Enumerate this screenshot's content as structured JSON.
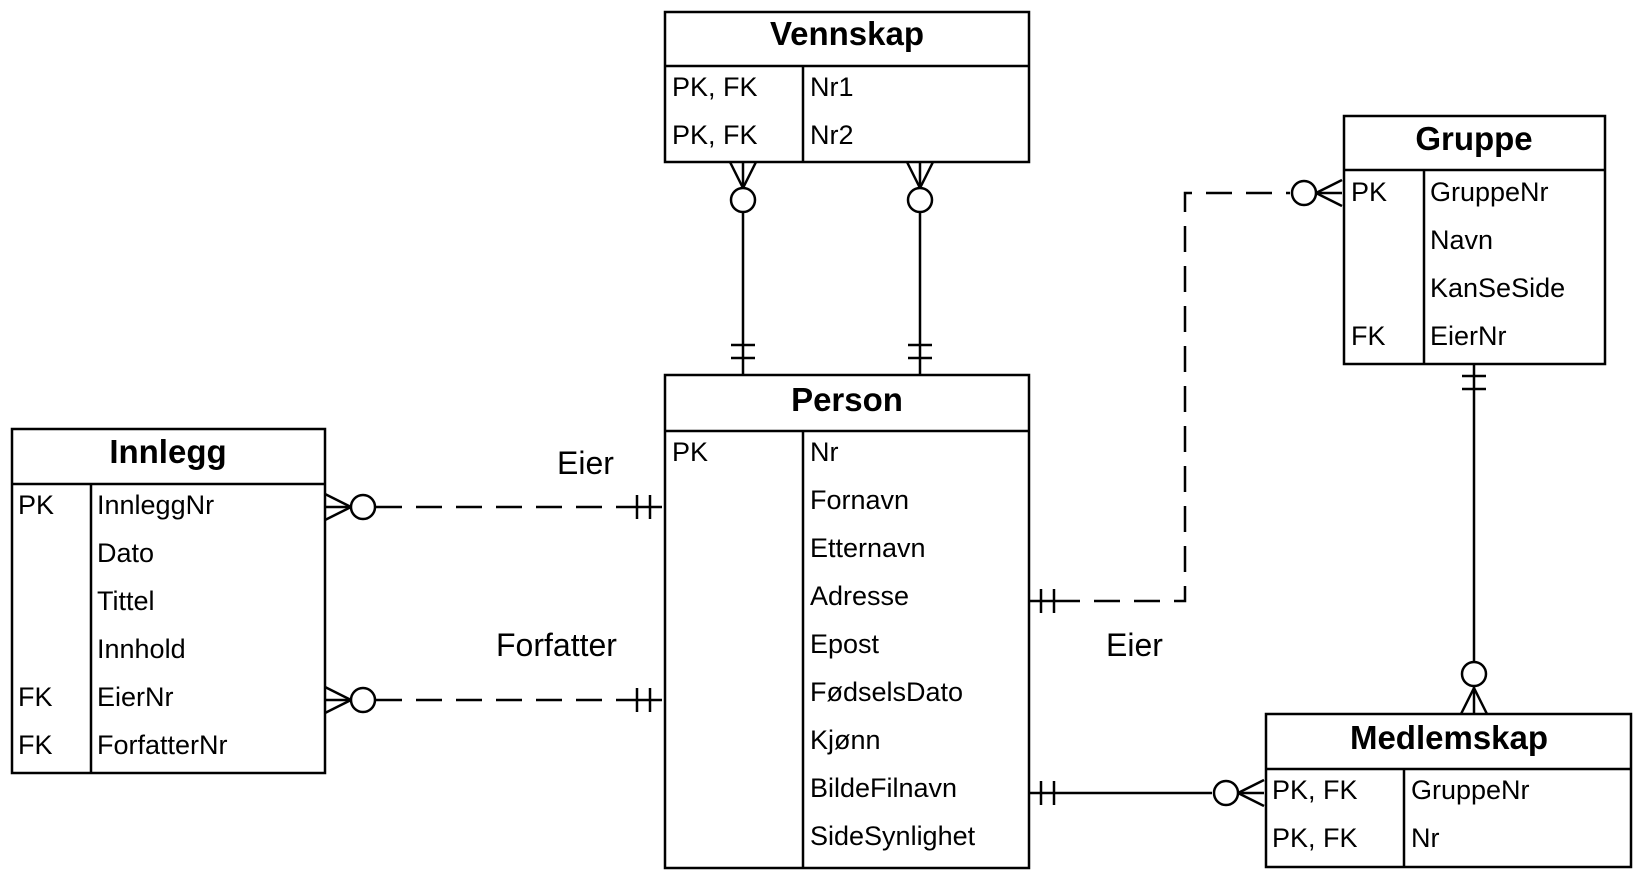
{
  "entities": {
    "vennskap": {
      "title": "Vennskap",
      "rows": [
        {
          "key": "PK, FK",
          "name": "Nr1"
        },
        {
          "key": "PK, FK",
          "name": "Nr2"
        }
      ]
    },
    "gruppe": {
      "title": "Gruppe",
      "rows": [
        {
          "key": "PK",
          "name": "GruppeNr"
        },
        {
          "key": "",
          "name": "Navn"
        },
        {
          "key": "",
          "name": "KanSeSide"
        },
        {
          "key": "FK",
          "name": "EierNr"
        }
      ]
    },
    "person": {
      "title": "Person",
      "rows": [
        {
          "key": "PK",
          "name": "Nr"
        },
        {
          "key": "",
          "name": "Fornavn"
        },
        {
          "key": "",
          "name": "Etternavn"
        },
        {
          "key": "",
          "name": "Adresse"
        },
        {
          "key": "",
          "name": "Epost"
        },
        {
          "key": "",
          "name": "FødselsDato"
        },
        {
          "key": "",
          "name": "Kjønn"
        },
        {
          "key": "",
          "name": "BildeFilnavn"
        },
        {
          "key": "",
          "name": "SideSynlighet"
        }
      ]
    },
    "innlegg": {
      "title": "Innlegg",
      "rows": [
        {
          "key": "PK",
          "name": "InnleggNr"
        },
        {
          "key": "",
          "name": "Dato"
        },
        {
          "key": "",
          "name": "Tittel"
        },
        {
          "key": "",
          "name": "Innhold"
        },
        {
          "key": "FK",
          "name": "EierNr"
        },
        {
          "key": "FK",
          "name": "ForfatterNr"
        }
      ]
    },
    "medlemskap": {
      "title": "Medlemskap",
      "rows": [
        {
          "key": "PK, FK",
          "name": "GruppeNr"
        },
        {
          "key": "PK, FK",
          "name": "Nr"
        }
      ]
    }
  },
  "relationship_labels": {
    "innlegg_eier": "Eier",
    "innlegg_forfatter": "Forfatter",
    "gruppe_eier": "Eier"
  }
}
